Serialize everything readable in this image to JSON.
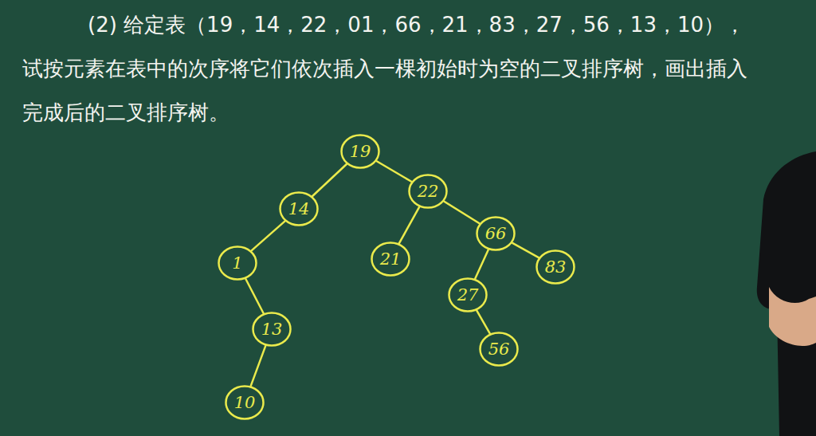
{
  "diagram": {
    "title": "(2) 给定表（19，14，22，01，66，21，83，27，56，13，10），试按元素在表中的次序将它们依次插入一棵初始时为空的二叉排序树，画出插入完成后的二叉排序树。",
    "nodes": [
      {
        "text": [
          "19"
        ]
      },
      {
        "text": [
          "14"
        ]
      },
      {
        "text": [
          "22"
        ]
      },
      {
        "text": [
          "1"
        ]
      },
      {
        "text": [
          "21"
        ]
      },
      {
        "text": [
          "66"
        ]
      },
      {
        "text": [
          "13"
        ]
      },
      {
        "text": [
          "27"
        ]
      },
      {
        "text": [
          "83"
        ]
      },
      {
        "text": [
          "10"
        ]
      },
      {
        "text": [
          "56"
        ]
      }
    ],
    "edges": [
      {
        "from": 0,
        "to": 1,
        "arrow": "none"
      },
      {
        "from": 0,
        "to": 2,
        "arrow": "none"
      },
      {
        "from": 1,
        "to": 3,
        "arrow": "none"
      },
      {
        "from": 2,
        "to": 4,
        "arrow": "none"
      },
      {
        "from": 2,
        "to": 5,
        "arrow": "none"
      },
      {
        "from": 3,
        "to": 6,
        "arrow": "none"
      },
      {
        "from": 5,
        "to": 7,
        "arrow": "none"
      },
      {
        "from": 5,
        "to": 8,
        "arrow": "none"
      },
      {
        "from": 6,
        "to": 9,
        "arrow": "none"
      },
      {
        "from": 7,
        "to": 10,
        "arrow": "none"
      }
    ]
  }
}
